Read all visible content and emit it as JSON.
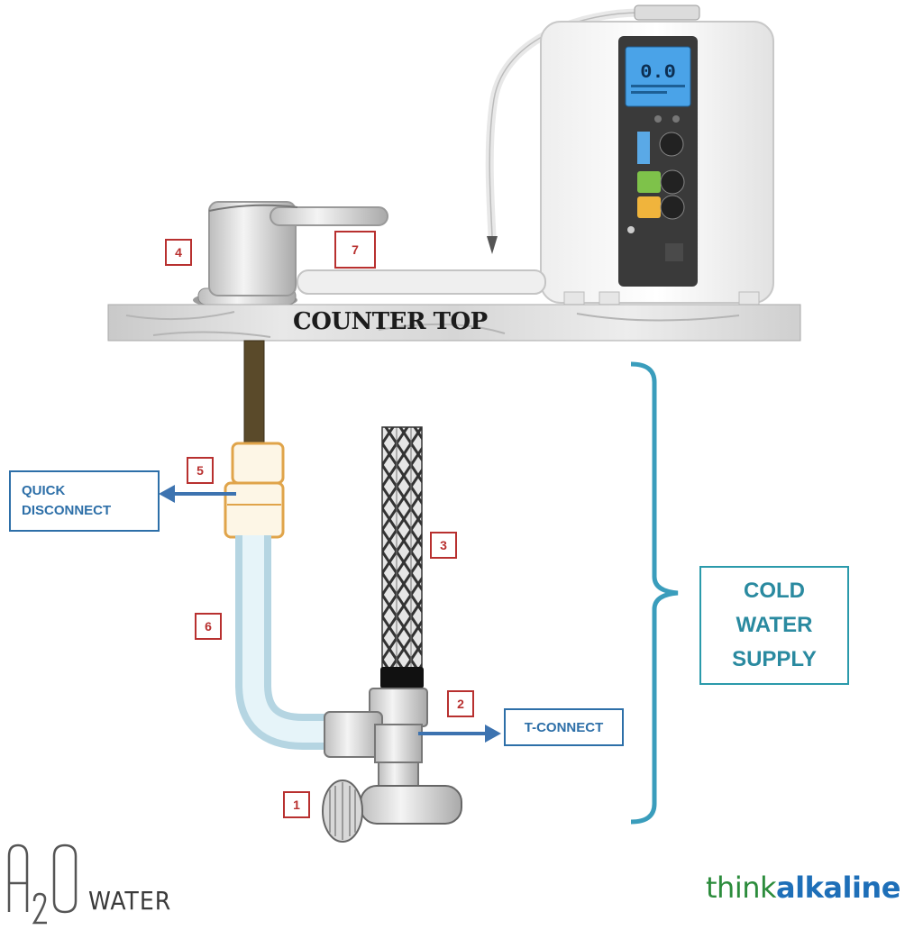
{
  "labels": {
    "counter_top": "COUNTER TOP",
    "cold_water_supply": "COLD\nWATER\nSUPPLY",
    "quick_disconnect_line1": "QUICK",
    "quick_disconnect_line2": "DISCONNECT",
    "t_connect": "T-CONNECT"
  },
  "numbers": {
    "n1": "1",
    "n2": "2",
    "n3": "3",
    "n4": "4",
    "n5": "5",
    "n6": "6",
    "n7": "7"
  },
  "ionizer": {
    "display_value": "0.0"
  },
  "logos": {
    "a2o_letters": "A2O",
    "a2o_water": "WATER",
    "think": "think",
    "alkaline": "alkaline"
  },
  "colors": {
    "number_border": "#b8302f",
    "callout_blue": "#2d6fa8",
    "supply_teal": "#2a9aab",
    "think_green": "#2c8c3c",
    "alkaline_blue": "#1e6fb8"
  }
}
